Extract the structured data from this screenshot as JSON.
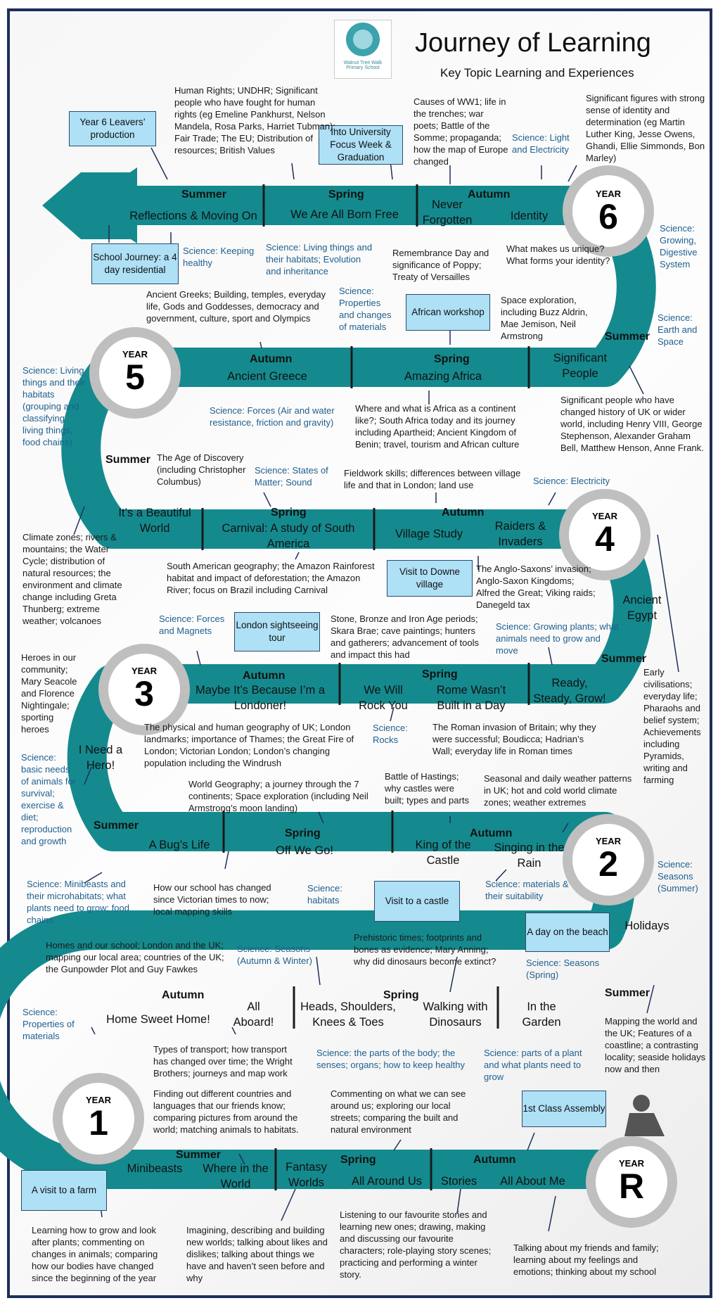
{
  "header": {
    "title": "Journey of Learning",
    "subtitle": "Key Topic Learning and Experiences",
    "logo_text": "Walnut Tree Walk Primary School"
  },
  "colors": {
    "path": "#148a8e",
    "ring": "#bfbfbf",
    "science": "#1f5f8e",
    "box": "#aee0f6"
  },
  "years": {
    "y6": {
      "label": "YEAR",
      "num": "6"
    },
    "y5": {
      "label": "YEAR",
      "num": "5"
    },
    "y4": {
      "label": "YEAR",
      "num": "4"
    },
    "y3": {
      "label": "YEAR",
      "num": "3"
    },
    "y2": {
      "label": "YEAR",
      "num": "2"
    },
    "y1": {
      "label": "YEAR",
      "num": "1"
    },
    "yr": {
      "label": "YEAR",
      "num": "R"
    }
  },
  "seasons": {
    "summer": "Summer",
    "spring": "Spring",
    "autumn": "Autumn"
  },
  "topics": {
    "y6_summer": "Reflections & Moving On",
    "y6_spring": "We Are All Born Free",
    "y6_never": "Never Forgotten",
    "y6_identity": "Identity",
    "y5_autumn": "Ancient Greece",
    "y5_spring": "Amazing Africa",
    "y5_summer": "Significant People",
    "y4_summer": "It’s a Beautiful World",
    "y4_spring": "Carnival: A study of South America",
    "y4_village": "Village Study",
    "y4_raiders": "Raiders & Invaders",
    "y4_egypt": "Ancient Egypt",
    "y3_autumn": "Maybe It’s Because I’m a Londoner!",
    "y3_rock": "We Will Rock You",
    "y3_rome": "Rome Wasn’t Built in a Day",
    "y3_ready": "Ready, Steady, Grow!",
    "y3_hero": "I Need a Hero!",
    "y2_bug": "A Bug’s Life",
    "y2_spring": "Off We Go!",
    "y2_castle": "King of the Castle",
    "y2_rain": "Singing in the Rain",
    "y2_holidays": "Holidays",
    "y1_home": "Home Sweet Home!",
    "y1_aboard": "All Aboard!",
    "y1_heads": "Heads, Shoulders, Knees & Toes",
    "y1_dinos": "Walking with Dinosaurs",
    "y1_garden": "In the Garden",
    "r_mini": "Minibeasts",
    "r_world": "Where in the World",
    "r_fantasy": "Fantasy Worlds",
    "r_around": "All Around Us",
    "r_stories": "Stories",
    "r_me": "All About Me"
  },
  "boxes": {
    "leavers": "Year 6 Leavers’ production",
    "university": "Into University Focus Week & Graduation",
    "journey": "School Journey:  a 4 day residential",
    "african": "African workshop",
    "downe": "Visit to Downe village",
    "london": "London sightseeing tour",
    "castle": "Visit to a castle",
    "beach": "A day on the beach",
    "assembly": "1st Class Assembly",
    "farm": "A visit to a farm"
  },
  "science": {
    "s1": "Science: Light and Electricity",
    "s2": "Science: Growing, Digestive System",
    "s3": "Science: Keeping healthy",
    "s4": "Science: Living things and their habitats; Evolution and inheritance",
    "s5": "Science: Properties and changes of materials",
    "s6": "Science: Earth and Space",
    "s7": "Science: Living things and their habitats (grouping and classifying living things, food chains)",
    "s8": "Science: Forces (Air and water resistance, friction and gravity)",
    "s9": "Science: States of Matter; Sound",
    "s10": "Science: Electricity",
    "s11": "Science: Forces and Magnets",
    "s12": "Science: Growing plants; what animals need to grow and move",
    "s13": "Science: Rocks",
    "s14": "Science: basic needs of animals for survival; exercise & diet; reproduction and growth",
    "s15": "Science: habitats",
    "s16": "Science: materials & their suitability",
    "s17": "Science: Seasons (Summer)",
    "s18": "Science: Minibeasts and their microhabitats; what plants need to grow; food chains",
    "s19": "Science: Seasons (Autumn & Winter)",
    "s20": "Science: Seasons (Spring)",
    "s21": "Science: Properties of materials",
    "s22": "Science: the parts of the body; the senses; organs; how to keep healthy",
    "s23": "Science: parts of a plant and what plants need to grow"
  },
  "notes": {
    "n1": "Human Rights; UNDHR; Significant people who have fought for human rights (eg Emeline Pankhurst, Nelson Mandela, Rosa Parks, Harriet Tubman); Fair Trade; The EU; Distribution of resources; British Values",
    "n2": "Causes of WW1; life in the trenches; war poets; Battle of the Somme; propaganda; how the map of Europe changed",
    "n3": "Significant figures with strong sense of identity and determination (eg Martin Luther King, Jesse Owens, Ghandi, Ellie Simmonds, Bon Marley)",
    "n4": "Remembrance Day and significance of Poppy; Treaty of Versailles",
    "n5": "What makes us unique? What forms your identity?",
    "n6": "Ancient Greeks; Building, temples, everyday life, Gods and Goddesses, democracy and government, culture, sport and Olympics",
    "n7": "Space exploration, including Buzz Aldrin, Mae Jemison, Neil Armstrong",
    "n8": "Where and what is Africa as a continent like?; South Africa today and its journey including Apartheid; Ancient Kingdom of Benin; travel, tourism and African culture",
    "n9": "Significant people who have changed history of UK or wider world, including Henry VIII, George Stephenson, Alexander Graham Bell, Matthew Henson, Anne Frank.",
    "n10": "The Age of Discovery (including Christopher Columbus)",
    "n11": "Fieldwork skills; differences between village life and that in London; land use",
    "n12": "Climate zones; rivers & mountains; the Water Cycle; distribution of natural resources; the environment and climate change including Greta Thunberg; extreme weather; volcanoes",
    "n13": "South American geography; the Amazon Rainforest habitat and impact of deforestation; the Amazon River; focus on Brazil including Carnival",
    "n14": "The Anglo-Saxons’ invasion; Anglo-Saxon Kingdoms; Alfred the Great; Viking raids; Danegeld tax",
    "n15": "Heroes in our community; Mary Seacole and Florence Nightingale; sporting heroes",
    "n16": "Stone, Bronze and Iron Age periods; Skara Brae; cave paintings; hunters and gatherers; advancement of tools and impact this had",
    "n17": "Early civilisations; everyday life; Pharaohs and belief system; Achievements including Pyramids, writing and farming",
    "n18": "The physical and human geography of UK; London landmarks; importance of Thames; the Great Fire of London; Victorian London; London’s changing population including the Windrush",
    "n19": "The Roman invasion of Britain; why they were successful; Boudicca; Hadrian’s Wall; everyday life in Roman times",
    "n20": "World Geography; a journey through the 7 continents; Space exploration (including Neil Armstrong’s moon landing)",
    "n21": "Battle of Hastings; why castles were built; types and parts",
    "n22": "Seasonal and daily weather patterns in UK;  hot and cold world climate zones; weather extremes",
    "n23": "How our school has changed since Victorian times to now; local mapping skills",
    "n24": "Homes and our school; London and the UK; mapping our local area; countries of the UK; the Gunpowder Plot and Guy Fawkes",
    "n25": "Prehistoric times; footprints and bones as evidence; Mary Anning; why did dinosaurs become extinct?",
    "n26": "Types of transport; how transport has changed over time; the Wright Brothers; journeys and map work",
    "n27": "Mapping the world and the UK; Features of a coastline; a contrasting locality; seaside holidays now and then",
    "n28": "Finding out different countries and languages that our friends know; comparing pictures from around the world; matching animals to habitats.",
    "n29": "Commenting on what we can see around us; exploring our local streets; comparing the built and natural environment",
    "n30": "Learning how to grow and look after plants; commenting on changes in animals; comparing how our bodies have changed since the beginning of the year",
    "n31": "Imagining, describing and building new worlds; talking about likes and dislikes; talking about things we have and haven’t seen before and why",
    "n32": "Listening to our favourite stories and learning new ones; drawing, making and discussing our favourite characters; role-playing story scenes; practicing and performing a winter story.",
    "n33": "Talking about my friends and family; learning about my feelings and emotions; thinking about my school"
  }
}
